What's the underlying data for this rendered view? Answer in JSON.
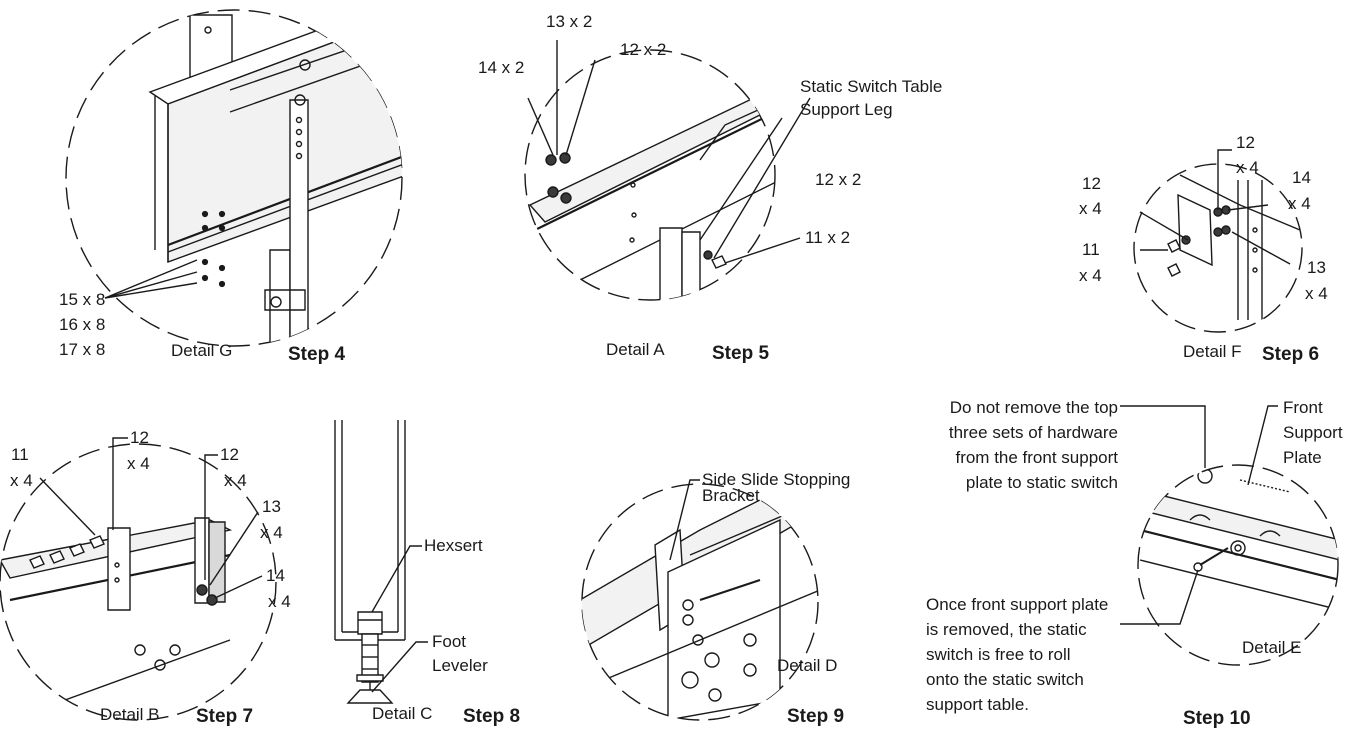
{
  "colors": {
    "ink": "#1a1a1a",
    "fill_light": "#f2f2f2",
    "fill_mid": "#d9d9d9",
    "fill_dark": "#3a3a3a"
  },
  "step4": {
    "step": "Step 4",
    "detail": "Detail G",
    "hardware": [
      "15 x 8",
      "16 x 8",
      "17 x 8"
    ]
  },
  "step5": {
    "step": "Step 5",
    "detail": "Detail A",
    "part_line1": "Static Switch Table",
    "part_line2": "Support Leg",
    "c14": "14 x 2",
    "c13": "13 x 2",
    "c12a": "12 x 2",
    "c12b": "12 x 2",
    "c11": "11 x 2"
  },
  "step6": {
    "step": "Step 6",
    "detail": "Detail F",
    "c12a_num": "12",
    "c12a_qty": "x 4",
    "c12b_num": "12",
    "c12b_qty": "x 4",
    "c14_num": "14",
    "c14_qty": "x 4",
    "c11_num": "11",
    "c11_qty": "x 4",
    "c13_num": "13",
    "c13_qty": "x 4"
  },
  "step7": {
    "step": "Step 7",
    "detail": "Detail B",
    "c11_num": "11",
    "c11_qty": "x 4",
    "c12a_num": "12",
    "c12a_qty": "x 4",
    "c12b_num": "12",
    "c12b_qty": "x 4",
    "c13_num": "13",
    "c13_qty": "x 4",
    "c14_num": "14",
    "c14_qty": "x 4"
  },
  "step8": {
    "step": "Step 8",
    "detail": "Detail C",
    "hexsert": "Hexsert",
    "foot1": "Foot",
    "foot2": "Leveler"
  },
  "step9": {
    "step": "Step 9",
    "detail": "Detail D",
    "bracket1": "Side Slide Stopping",
    "bracket2": "Bracket"
  },
  "step10": {
    "step": "Step 10",
    "detail": "Detail E",
    "note_top": [
      "Do not remove the top",
      "three sets of hardware",
      "from the front support",
      "plate to static switch"
    ],
    "plate": [
      "Front",
      "Support",
      "Plate"
    ],
    "note_bottom": [
      "Once front support plate",
      "is removed, the static",
      "switch is free to roll",
      "onto the static switch",
      "support table."
    ]
  }
}
